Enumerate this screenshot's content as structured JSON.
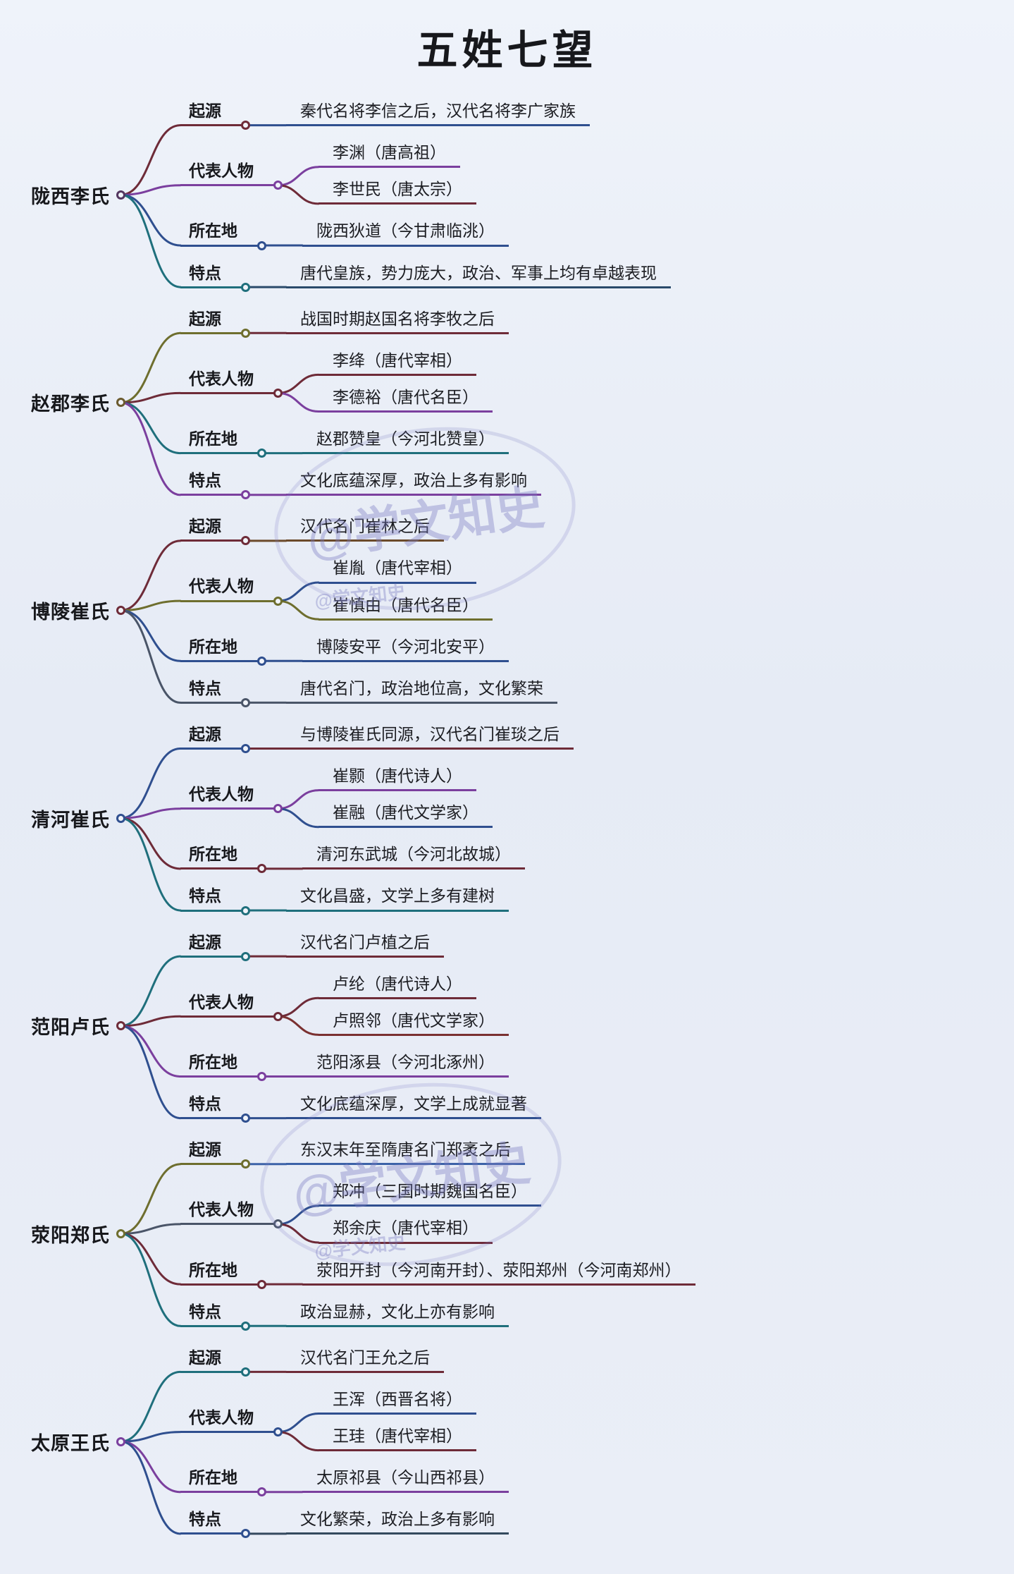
{
  "title": "五姓七望",
  "watermark": "@学文知史",
  "theme": {
    "background": "#e9eef7",
    "text": "#17181c",
    "watermark": "#7b7cc2"
  },
  "clans": [
    {
      "name": "陇西李氏",
      "color": "#53365f",
      "branches": [
        {
          "label": "起源",
          "color": "#6e2b38",
          "items": [
            {
              "text": "秦代名将李信之后，汉代名将李广家族",
              "line": "#2f4f8f"
            }
          ]
        },
        {
          "label": "代表人物",
          "color": "#7b3f9e",
          "items": [
            {
              "text": "李渊（唐高祖）",
              "line": "#7b3f9e"
            },
            {
              "text": "李世民（唐太宗）",
              "line": "#6e2b38"
            }
          ]
        },
        {
          "label": "所在地",
          "color": "#2f4f8f",
          "items": [
            {
              "text": "陇西狄道（今甘肃临洮）",
              "line": "#2f4f8f"
            }
          ]
        },
        {
          "label": "特点",
          "color": "#1f6f7c",
          "items": [
            {
              "text": "唐代皇族，势力庞大，政治、军事上均有卓越表现",
              "line": "#2a4a6b"
            }
          ]
        }
      ]
    },
    {
      "name": "赵郡李氏",
      "color": "#6b5a2e",
      "branches": [
        {
          "label": "起源",
          "color": "#6e6e2e",
          "items": [
            {
              "text": "战国时期赵国名将李牧之后",
              "line": "#6e2b38"
            }
          ]
        },
        {
          "label": "代表人物",
          "color": "#6e2b38",
          "items": [
            {
              "text": "李绛（唐代宰相）",
              "line": "#6e2b38"
            },
            {
              "text": "李德裕（唐代名臣）",
              "line": "#7b3f9e"
            }
          ]
        },
        {
          "label": "所在地",
          "color": "#1f6f7c",
          "items": [
            {
              "text": "赵郡赞皇（今河北赞皇）",
              "line": "#1f6f7c"
            }
          ]
        },
        {
          "label": "特点",
          "color": "#7b3f9e",
          "items": [
            {
              "text": "文化底蕴深厚，政治上多有影响",
              "line": "#7b3f9e"
            }
          ]
        }
      ]
    },
    {
      "name": "博陵崔氏",
      "color": "#6e2b38",
      "branches": [
        {
          "label": "起源",
          "color": "#6e2b38",
          "items": [
            {
              "text": "汉代名门崔林之后",
              "line": "#6b4a2a"
            }
          ]
        },
        {
          "label": "代表人物",
          "color": "#6e6e2e",
          "items": [
            {
              "text": "崔胤（唐代宰相）",
              "line": "#2f4f8f"
            },
            {
              "text": "崔慎由（唐代名臣）",
              "line": "#6e6e2e"
            }
          ]
        },
        {
          "label": "所在地",
          "color": "#2f4f8f",
          "items": [
            {
              "text": "博陵安平（今河北安平）",
              "line": "#2f4f8f"
            }
          ]
        },
        {
          "label": "特点",
          "color": "#4a5568",
          "items": [
            {
              "text": "唐代名门，政治地位高，文化繁荣",
              "line": "#4a5568"
            }
          ]
        }
      ]
    },
    {
      "name": "清河崔氏",
      "color": "#2f4f8f",
      "branches": [
        {
          "label": "起源",
          "color": "#2f4f8f",
          "items": [
            {
              "text": "与博陵崔氏同源，汉代名门崔琰之后",
              "line": "#6e2b38"
            }
          ]
        },
        {
          "label": "代表人物",
          "color": "#7b3f9e",
          "items": [
            {
              "text": "崔颢（唐代诗人）",
              "line": "#7b3f9e"
            },
            {
              "text": "崔融（唐代文学家）",
              "line": "#2f4f8f"
            }
          ]
        },
        {
          "label": "所在地",
          "color": "#6e2b38",
          "items": [
            {
              "text": "清河东武城（今河北故城）",
              "line": "#6e2b38"
            }
          ]
        },
        {
          "label": "特点",
          "color": "#1f6f7c",
          "items": [
            {
              "text": "文化昌盛，文学上多有建树",
              "line": "#1f6f7c"
            }
          ]
        }
      ]
    },
    {
      "name": "范阳卢氏",
      "color": "#6e2b38",
      "branches": [
        {
          "label": "起源",
          "color": "#1f6f7c",
          "items": [
            {
              "text": "汉代名门卢植之后",
              "line": "#6e2b38"
            }
          ]
        },
        {
          "label": "代表人物",
          "color": "#6e2b38",
          "items": [
            {
              "text": "卢纶（唐代诗人）",
              "line": "#6e2b38"
            },
            {
              "text": "卢照邻（唐代文学家）",
              "line": "#7a3030"
            }
          ]
        },
        {
          "label": "所在地",
          "color": "#7b3f9e",
          "items": [
            {
              "text": "范阳涿县（今河北涿州）",
              "line": "#7b3f9e"
            }
          ]
        },
        {
          "label": "特点",
          "color": "#2f4f8f",
          "items": [
            {
              "text": "文化底蕴深厚，文学上成就显著",
              "line": "#2f4f8f"
            }
          ]
        }
      ]
    },
    {
      "name": "荥阳郑氏",
      "color": "#6e6e2e",
      "branches": [
        {
          "label": "起源",
          "color": "#6e6e2e",
          "items": [
            {
              "text": "东汉末年至隋唐名门郑袤之后",
              "line": "#3c62a8"
            }
          ]
        },
        {
          "label": "代表人物",
          "color": "#4a5568",
          "items": [
            {
              "text": "郑冲（三国时期魏国名臣）",
              "line": "#2f4f8f"
            },
            {
              "text": "郑余庆（唐代宰相）",
              "line": "#6e2b38"
            }
          ]
        },
        {
          "label": "所在地",
          "color": "#6e2b38",
          "items": [
            {
              "text": "荥阳开封（今河南开封）、荥阳郑州（今河南郑州）",
              "line": "#6e2b38"
            }
          ]
        },
        {
          "label": "特点",
          "color": "#1f6f7c",
          "items": [
            {
              "text": "政治显赫，文化上亦有影响",
              "line": "#1f6f7c"
            }
          ]
        }
      ]
    },
    {
      "name": "太原王氏",
      "color": "#7b3f9e",
      "branches": [
        {
          "label": "起源",
          "color": "#1f6f7c",
          "items": [
            {
              "text": "汉代名门王允之后",
              "line": "#6e2b38"
            }
          ]
        },
        {
          "label": "代表人物",
          "color": "#2f4f8f",
          "items": [
            {
              "text": "王浑（西晋名将）",
              "line": "#2f4f8f"
            },
            {
              "text": "王珪（唐代宰相）",
              "line": "#6e2b38"
            }
          ]
        },
        {
          "label": "所在地",
          "color": "#7b3f9e",
          "items": [
            {
              "text": "太原祁县（今山西祁县）",
              "line": "#7b3f9e"
            }
          ]
        },
        {
          "label": "特点",
          "color": "#2f4f8f",
          "items": [
            {
              "text": "文化繁荣，政治上多有影响",
              "line": "#34495e"
            }
          ]
        }
      ]
    }
  ]
}
